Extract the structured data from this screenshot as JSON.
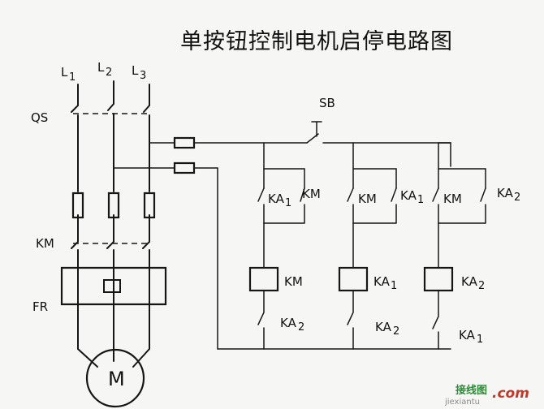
{
  "title": "单按钮控制电机启停电路图",
  "phases": [
    "L1",
    "L2",
    "L3"
  ],
  "phase_letter": "L",
  "phase_subscripts": [
    "1",
    "2",
    "3"
  ],
  "labels": {
    "qs": "QS",
    "km_main": "KM",
    "fr": "FR",
    "motor": "M",
    "sb": "SB"
  },
  "branches": [
    {
      "contacts": [
        {
          "main": "KA",
          "sub": "1"
        },
        {
          "main": "KM",
          "sub": ""
        }
      ],
      "coil": "KM",
      "interlock": {
        "main": "KA",
        "sub": "2"
      }
    },
    {
      "contacts": [
        {
          "main": "KM",
          "sub": ""
        },
        {
          "main": "KA",
          "sub": "1"
        }
      ],
      "coil": {
        "main": "KA",
        "sub": "1"
      },
      "interlock": {
        "main": "KA",
        "sub": "2"
      }
    },
    {
      "contacts": [
        {
          "main": "KM",
          "sub": ""
        },
        {
          "main": "KA",
          "sub": "2"
        }
      ],
      "coil": {
        "main": "KA",
        "sub": "2"
      },
      "interlock": {
        "main": "KA",
        "sub": "1"
      }
    }
  ],
  "watermark": {
    "site_cn": "接线图",
    "site_en": ".com",
    "url": "jiexiantu"
  }
}
